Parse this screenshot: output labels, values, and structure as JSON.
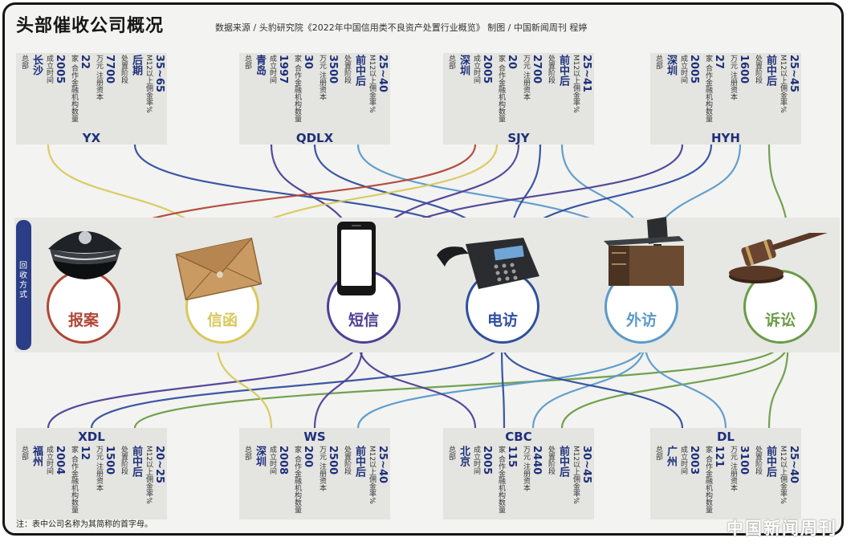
{
  "title": "头部催收公司概况",
  "source": "数据来源 /  头豹研究院《2022年中国信用类不良资产处置行业概览》   制图 / 中国新闻周刊  程婷",
  "note": "注：表中公司名称为其简称的首字母。",
  "side_label": "回收方式",
  "watermark": "中国新闻周刊",
  "colors": {
    "navy": "#1d2f7a",
    "tab": "#2b3d86",
    "report": "#b04637",
    "letter": "#d7c95c",
    "sms": "#4f3f95",
    "call": "#2f4f9e",
    "visit": "#5b9ac9",
    "lawsuit": "#6a9c46"
  },
  "labels": {
    "hq": "总部",
    "founded": "成立时间",
    "partners": "合作金融机构数量",
    "partners_unit": "家",
    "capital": "注册资本",
    "capital_unit": "万元",
    "stage": "处置阶段",
    "rate": "M12以上佣金率%"
  },
  "methods": [
    {
      "key": "report",
      "label": "报案",
      "icon": "police-cap-icon"
    },
    {
      "key": "letter",
      "label": "信函",
      "icon": "envelope-icon"
    },
    {
      "key": "sms",
      "label": "短信",
      "icon": "smartphone-icon"
    },
    {
      "key": "call",
      "label": "电访",
      "icon": "desk-phone-icon"
    },
    {
      "key": "visit",
      "label": "外访",
      "icon": "office-desk-icon"
    },
    {
      "key": "lawsuit",
      "label": "诉讼",
      "icon": "gavel-icon"
    }
  ],
  "companies": [
    {
      "name": "YX",
      "hq": "长沙",
      "founded": "2005",
      "partners": "22",
      "capital": "7700",
      "stage": "后期",
      "rate": "35~65",
      "methods": [
        "letter",
        "call"
      ]
    },
    {
      "name": "QDLX",
      "hq": "青岛",
      "founded": "1997",
      "partners": "30",
      "capital": "3500",
      "stage": "前中后",
      "rate": "25~40",
      "methods": [
        "sms",
        "call",
        "visit"
      ]
    },
    {
      "name": "SJY",
      "hq": "深圳",
      "founded": "2005",
      "partners": "20",
      "capital": "2700",
      "stage": "前中后",
      "rate": "25~41",
      "methods": [
        "report",
        "letter",
        "sms",
        "call",
        "visit"
      ]
    },
    {
      "name": "HYH",
      "hq": "深圳",
      "founded": "2005",
      "partners": "27",
      "capital": "1600",
      "stage": "前中后",
      "rate": "25~45",
      "methods": [
        "sms",
        "call",
        "visit",
        "lawsuit"
      ]
    },
    {
      "name": "XDL",
      "hq": "福州",
      "founded": "2004",
      "partners": "12",
      "capital": "1500",
      "stage": "前中后",
      "rate": "20~25",
      "methods": [
        "sms",
        "call",
        "lawsuit"
      ]
    },
    {
      "name": "WS",
      "hq": "深圳",
      "founded": "2008",
      "partners": "200",
      "capital": "2500",
      "stage": "前中后",
      "rate": "25~40",
      "methods": [
        "letter",
        "sms",
        "visit"
      ]
    },
    {
      "name": "CBC",
      "hq": "北京",
      "founded": "2005",
      "partners": "115",
      "capital": "2440",
      "stage": "前中后",
      "rate": "30~45",
      "methods": [
        "sms",
        "call",
        "visit",
        "lawsuit"
      ]
    },
    {
      "name": "DL",
      "hq": "广州",
      "founded": "2003",
      "partners": "121",
      "capital": "3100",
      "stage": "前中后",
      "rate": "25~40",
      "methods": [
        "call",
        "visit",
        "lawsuit"
      ]
    }
  ]
}
